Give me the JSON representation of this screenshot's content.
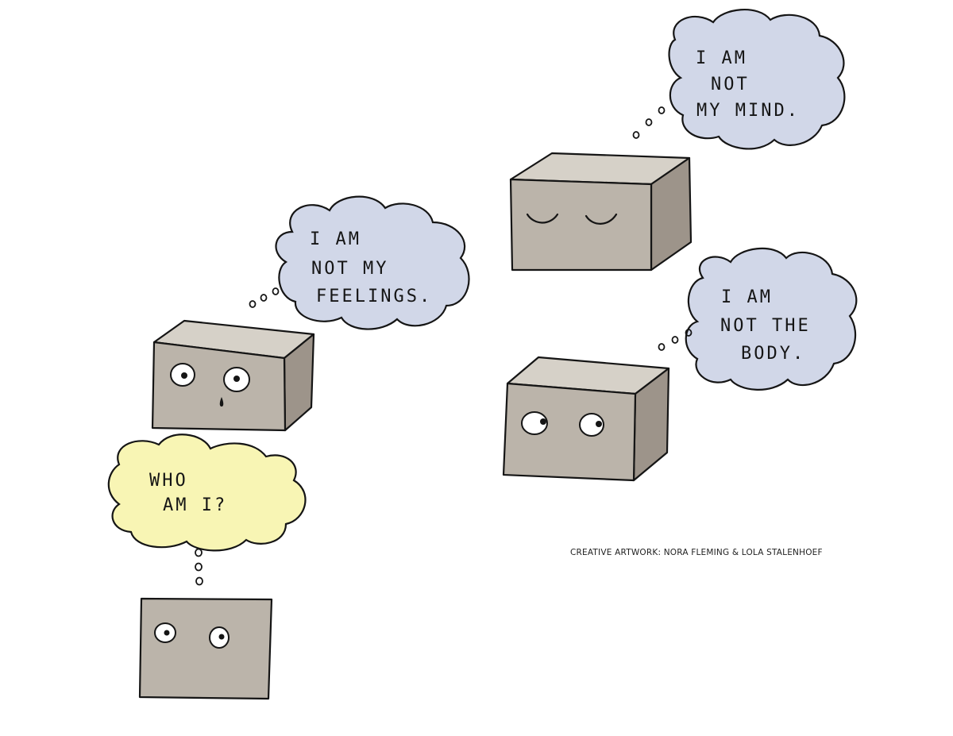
{
  "palette": {
    "box_front": "#bbb4aa",
    "box_top": "#d6d1c8",
    "box_side": "#9d948a",
    "cloud_blue": "#d1d7e8",
    "cloud_yellow": "#f8f5b4",
    "ink": "#151515"
  },
  "panels": [
    {
      "id": "who",
      "bubble": {
        "lines": [
          "WHO",
          "AM I?"
        ],
        "color": "cloud_yellow"
      },
      "face": "wide-eyes-icon"
    },
    {
      "id": "feelings",
      "bubble": {
        "lines": [
          "I  AM",
          "NOT  MY",
          "FEELINGS."
        ],
        "color": "cloud_blue"
      },
      "face": "surprised-face-icon"
    },
    {
      "id": "body",
      "bubble": {
        "lines": [
          "I  AM",
          "NOT THE",
          "BODY."
        ],
        "color": "cloud_blue"
      },
      "face": "glancing-eyes-icon"
    },
    {
      "id": "mind",
      "bubble": {
        "lines": [
          "I  AM",
          "NOT",
          "MY MIND."
        ],
        "color": "cloud_blue"
      },
      "face": "closed-eyes-icon"
    }
  ],
  "credit": "CREATIVE ARTWORK: NORA FLEMING & LOLA STALENHOEF"
}
